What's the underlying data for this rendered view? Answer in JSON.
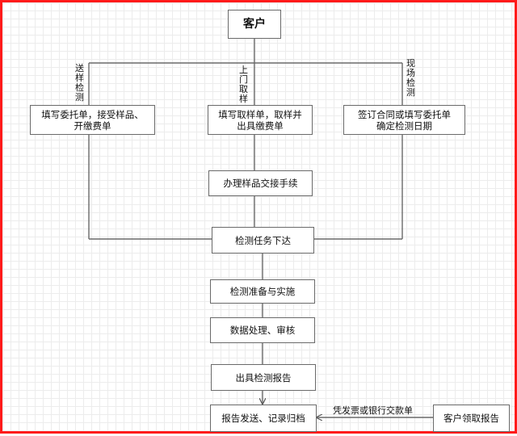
{
  "nodes": {
    "client": "客户",
    "fill_left": "填写委托单，接受样品、\n开缴费单",
    "fill_mid": "填写取样单，取样并\n出具缴费单",
    "fill_right": "签订合同或填写委托单\n确定检测日期",
    "handover": "办理样品交接手续",
    "task": "检测任务下达",
    "prepare": "检测准备与实施",
    "data": "数据处理、审核",
    "report": "出具检测报告",
    "send": "报告发送、记录归档",
    "pickup": "客户领取报告"
  },
  "edge_labels": {
    "left": "送样检测",
    "mid": "上门取样",
    "right": "现场检测",
    "invoice": "凭发票或银行交款单"
  }
}
